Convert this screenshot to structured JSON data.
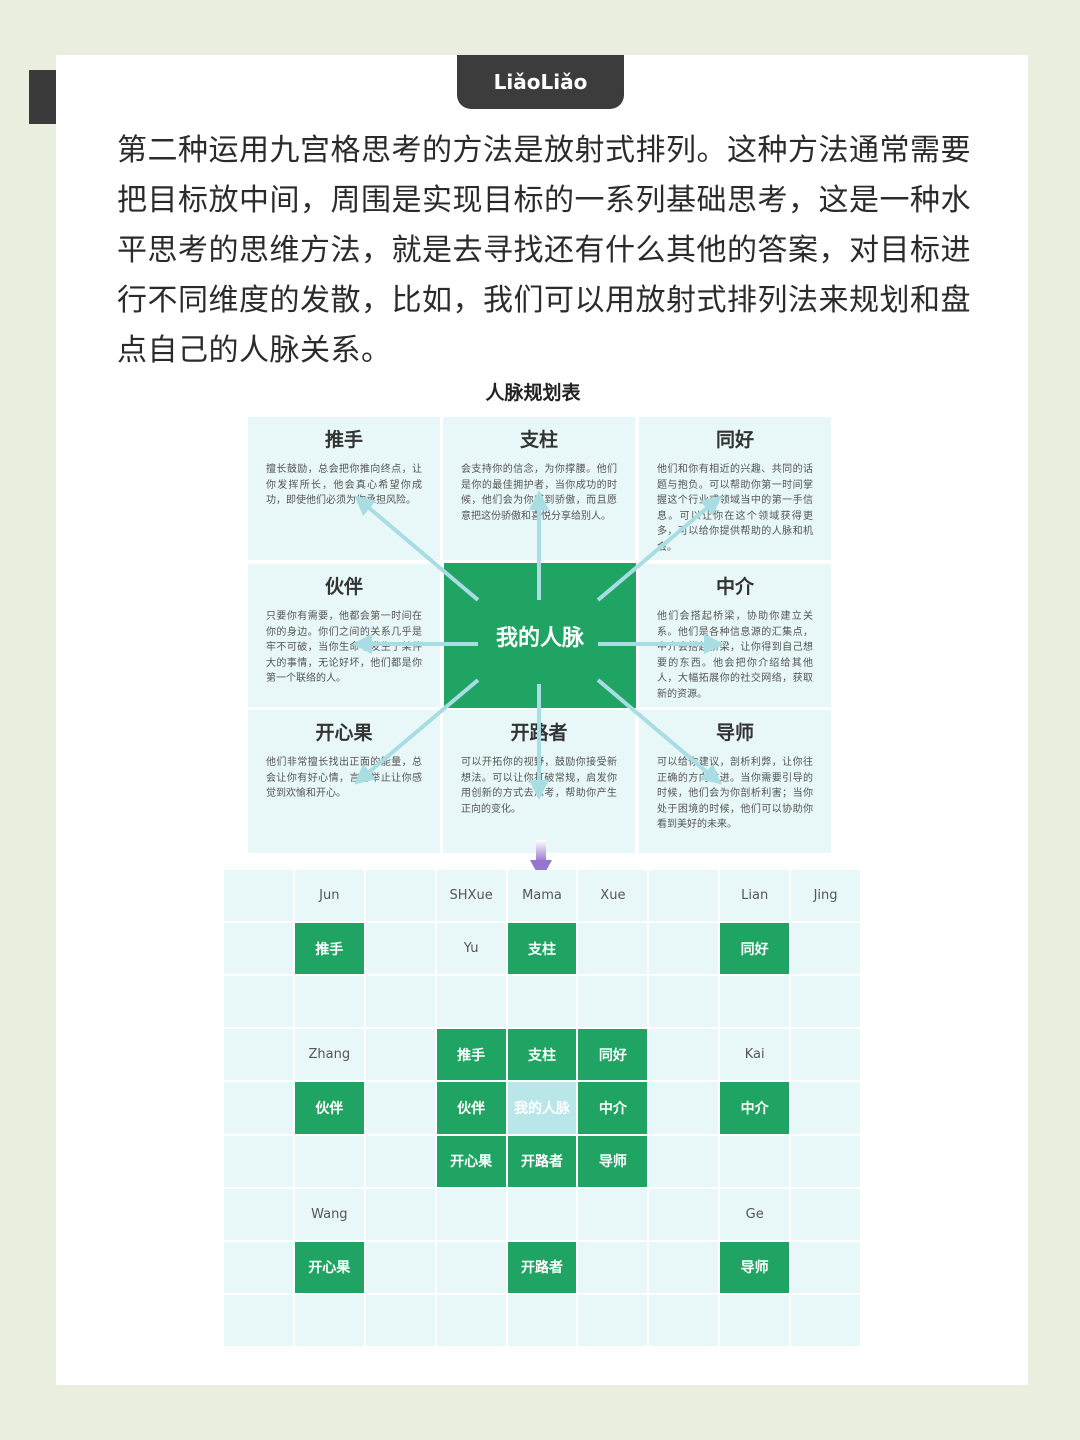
{
  "header": {
    "logo_text": "LiǎoLiǎo"
  },
  "intro_text": "第二种运用九宫格思考的方法是放射式排列。这种方法通常需要把目标放中间，周围是实现目标的一系列基础思考，这是一种水平思考的思维方法，就是去寻找还有什么其他的答案，对目标进行不同维度的发散，比如，我们可以用放射式排列法来规划和盘点自己的人脉关系。",
  "chart_title": "人脉规划表",
  "center_label": "我的人脉",
  "cells": [
    {
      "title": "推手",
      "desc": "擅长鼓励，总会把你推向终点，让你发挥所长，他会真心希望你成功，即使他们必须为你承担风险。"
    },
    {
      "title": "支柱",
      "desc": "会支持你的信念，为你撑腰。他们是你的最佳拥护者，当你成功的时候，他们会为你感到骄傲，而且愿意把这份骄傲和喜悦分享给别人。"
    },
    {
      "title": "同好",
      "desc": "他们和你有相近的兴趣、共同的话题与抱负。可以帮助你第一时间掌握这个行业或领域当中的第一手信息。可以让你在这个领域获得更多，可以给你提供帮助的人脉和机会。"
    },
    {
      "title": "伙伴",
      "desc": "只要你有需要，他都会第一时间在你的身边。你们之间的关系几乎是牢不可破，当你生命中发生了某件大的事情，无论好坏，他们都是你第一个联络的人。"
    },
    {
      "title": "中介",
      "desc": "他们会搭起桥梁，协助你建立关系。他们是各种信息源的汇集点，中介会搭起桥梁，让你得到自己想要的东西。他会把你介绍给其他人，大幅拓展你的社交网络，获取新的资源。"
    },
    {
      "title": "开心果",
      "desc": "他们非常擅长找出正面的能量，总会让你有好心情，言行举止让你感觉到欢愉和开心。"
    },
    {
      "title": "开路者",
      "desc": "可以开拓你的视野，鼓励你接受新想法。可以让你打破常规，启发你用创新的方式去思考，帮助你产生正向的变化。"
    },
    {
      "title": "导师",
      "desc": "可以给你建议，剖析利弊，让你往正确的方向前进。当你需要引导的时候，他们会为你剖析利害；当你处于困境的时候，他们可以协助你看到美好的未来。"
    }
  ],
  "bottom_grid": {
    "rows": [
      [
        "",
        "Jun",
        "",
        "SHXue",
        "Mama",
        "Xue",
        "",
        "Lian",
        "Jing"
      ],
      [
        "",
        "推手",
        "",
        "Yu",
        "支柱",
        "",
        "",
        "同好",
        ""
      ],
      [
        "",
        "",
        "",
        "",
        "",
        "",
        "",
        "",
        ""
      ],
      [
        "",
        "Zhang",
        "",
        "推手",
        "支柱",
        "同好",
        "",
        "Kai",
        ""
      ],
      [
        "",
        "伙伴",
        "",
        "伙伴",
        "我的人脉",
        "中介",
        "",
        "中介",
        ""
      ],
      [
        "",
        "",
        "",
        "开心果",
        "开路者",
        "导师",
        "",
        "",
        ""
      ],
      [
        "",
        "Wang",
        "",
        "",
        "",
        "",
        "",
        "Ge",
        ""
      ],
      [
        "",
        "开心果",
        "",
        "",
        "开路者",
        "",
        "",
        "导师",
        ""
      ],
      [
        "",
        "",
        "",
        "",
        "",
        "",
        "",
        "",
        ""
      ]
    ]
  },
  "colors": {
    "green": "#1fa463",
    "light_cell": "#e8f7f8",
    "arrow": "#a9dde4",
    "down_arrow": "#b39ddb"
  }
}
